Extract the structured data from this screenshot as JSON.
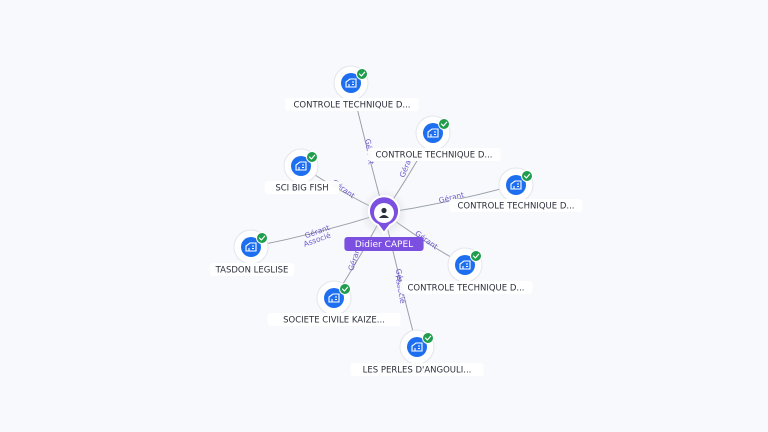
{
  "colors": {
    "background": "#f8f9fc",
    "edge": "#9aa0ab",
    "edge_label": "#6a5acd",
    "company_icon": "#1e6ff0",
    "check_badge": "#1f9d4c",
    "center_node": "#7b4fe0",
    "center_label_bg": "#7b4fe0"
  },
  "center": {
    "label": "Didier CAPEL",
    "icon": "person-icon"
  },
  "companies": [
    {
      "label": "CONTROLE TECHNIQUE D...",
      "edge_labels": [
        "Gérant"
      ],
      "icon": "company-icon",
      "badge": "check-icon"
    },
    {
      "label": "CONTROLE TECHNIQUE D...",
      "edge_labels": [
        "Gérant"
      ],
      "icon": "company-icon",
      "badge": "check-icon"
    },
    {
      "label": "SCI BIG FISH",
      "edge_labels": [
        "Gérant"
      ],
      "icon": "company-icon",
      "badge": "check-icon"
    },
    {
      "label": "CONTROLE TECHNIQUE D...",
      "edge_labels": [
        "Gérant"
      ],
      "icon": "company-icon",
      "badge": "check-icon"
    },
    {
      "label": "TASDON LEGLISE",
      "edge_labels": [
        "Gérant",
        "Associé"
      ],
      "icon": "company-icon",
      "badge": "check-icon"
    },
    {
      "label": "CONTROLE TECHNIQUE D...",
      "edge_labels": [
        "Gérant"
      ],
      "icon": "company-icon",
      "badge": "check-icon"
    },
    {
      "label": "SOCIETE CIVILE KAIZE...",
      "edge_labels": [
        "Gérant"
      ],
      "icon": "company-icon",
      "badge": "check-icon"
    },
    {
      "label": "LES PERLES D'ANGOULI...",
      "edge_labels": [
        "Gérant",
        "Associé"
      ],
      "icon": "company-icon",
      "badge": "check-icon"
    }
  ]
}
